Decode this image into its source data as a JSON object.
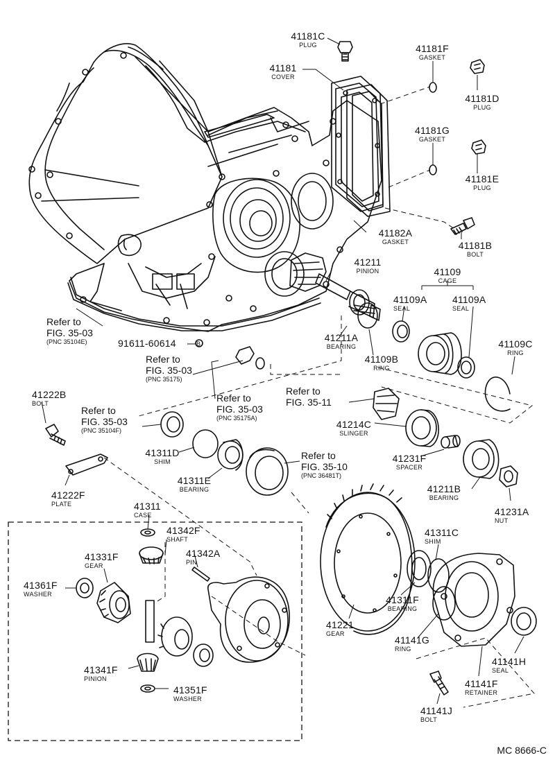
{
  "diagram_code": "MC 8666-C",
  "parts": [
    {
      "id": "p1",
      "number": "41181C",
      "name": "PLUG"
    },
    {
      "id": "p2",
      "number": "41181F",
      "name": "GASKET"
    },
    {
      "id": "p3",
      "number": "41181",
      "name": "COVER"
    },
    {
      "id": "p4",
      "number": "41181D",
      "name": "PLUG"
    },
    {
      "id": "p5",
      "number": "41181G",
      "name": "GASKET"
    },
    {
      "id": "p6",
      "number": "41181E",
      "name": "PLUG"
    },
    {
      "id": "p7",
      "number": "41182A",
      "name": "GASKET"
    },
    {
      "id": "p8",
      "number": "41181B",
      "name": "BOLT"
    },
    {
      "id": "p9",
      "number": "41211",
      "name": "PINION"
    },
    {
      "id": "p10",
      "number": "41109",
      "name": "CAGE"
    },
    {
      "id": "p11",
      "number": "41109A",
      "name": "SEAL"
    },
    {
      "id": "p12",
      "number": "41109A",
      "name": "SEAL"
    },
    {
      "id": "p13",
      "number": "41211A",
      "name": "BEARING"
    },
    {
      "id": "p14",
      "number": "41109B",
      "name": "RING"
    },
    {
      "id": "p15",
      "number": "41109C",
      "name": "RING"
    },
    {
      "id": "p16",
      "number": "41222B",
      "name": "BOLT"
    },
    {
      "id": "p17",
      "number": "41214C",
      "name": "SLINGER"
    },
    {
      "id": "p18",
      "number": "41311D",
      "name": "SHIM"
    },
    {
      "id": "p19",
      "number": "41311E",
      "name": "BEARING"
    },
    {
      "id": "p20",
      "number": "41231F",
      "name": "SPACER"
    },
    {
      "id": "p21",
      "number": "41211B",
      "name": "BEARING"
    },
    {
      "id": "p22",
      "number": "41231A",
      "name": "NUT"
    },
    {
      "id": "p23",
      "number": "41222F",
      "name": "PLATE"
    },
    {
      "id": "p24",
      "number": "41311",
      "name": "CASE"
    },
    {
      "id": "p25",
      "number": "41342F",
      "name": "SHAFT"
    },
    {
      "id": "p26",
      "number": "41342A",
      "name": "PIN"
    },
    {
      "id": "p27",
      "number": "41331F",
      "name": "GEAR"
    },
    {
      "id": "p28",
      "number": "41361F",
      "name": "WASHER"
    },
    {
      "id": "p29",
      "number": "41311C",
      "name": "SHIM"
    },
    {
      "id": "p30",
      "number": "41311F",
      "name": "BEARING"
    },
    {
      "id": "p31",
      "number": "41221",
      "name": "GEAR"
    },
    {
      "id": "p32",
      "number": "41141G",
      "name": "RING"
    },
    {
      "id": "p33",
      "number": "41141H",
      "name": "SEAL"
    },
    {
      "id": "p34",
      "number": "41341F",
      "name": "PINION"
    },
    {
      "id": "p35",
      "number": "41141F",
      "name": "RETAINER"
    },
    {
      "id": "p36",
      "number": "41351F",
      "name": "WASHER"
    },
    {
      "id": "p37",
      "number": "41141J",
      "name": "BOLT"
    }
  ],
  "standalone_part": {
    "number": "91611-60614",
    "symbol": "B"
  },
  "references": [
    {
      "line1": "Refer to",
      "line2": "FIG. 35-03",
      "line3": "(PNC 35104E)"
    },
    {
      "line1": "Refer to",
      "line2": "FIG. 35-03",
      "line3": "(PNC 35175)"
    },
    {
      "line1": "Refer to",
      "line2": "FIG. 35-03",
      "line3": "(PNC 35175A)"
    },
    {
      "line1": "Refer to",
      "line2": "FIG. 35-11",
      "line3": ""
    },
    {
      "line1": "Refer to",
      "line2": "FIG. 35-03",
      "line3": "(PNC 35104F)"
    },
    {
      "line1": "Refer to",
      "line2": "FIG. 35-10",
      "line3": "(PNC 36481T)"
    }
  ]
}
